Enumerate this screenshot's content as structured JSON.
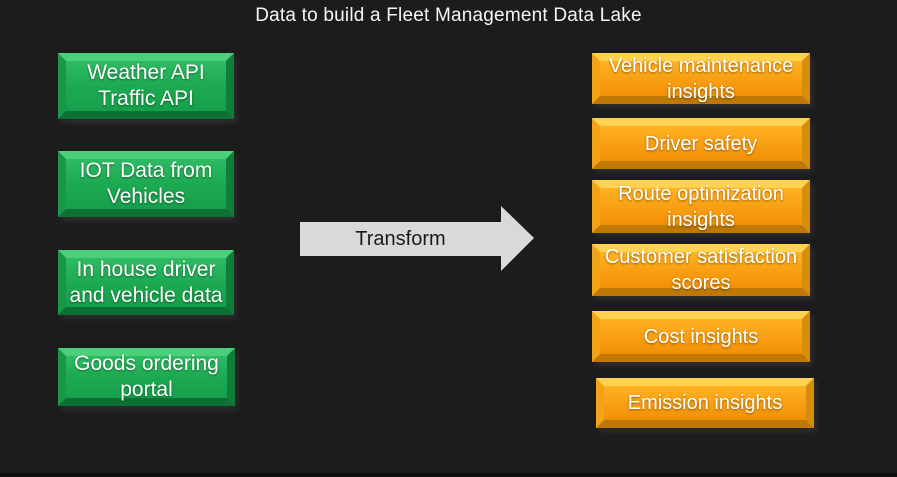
{
  "title": "Data to build a Fleet Management Data Lake",
  "arrow": {
    "label": "Transform"
  },
  "sources": {
    "items": [
      {
        "label": "Weather API\nTraffic API"
      },
      {
        "label": "IOT Data from\nVehicles"
      },
      {
        "label": "In house driver\nand vehicle data"
      },
      {
        "label": "Goods ordering\nportal"
      }
    ]
  },
  "insights": {
    "items": [
      {
        "label": "Vehicle maintenance\ninsights"
      },
      {
        "label": "Driver safety"
      },
      {
        "label": "Route optimization\ninsights"
      },
      {
        "label": "Customer satisfaction\nscores"
      },
      {
        "label": "Cost insights"
      },
      {
        "label": "Emission insights"
      }
    ]
  },
  "colors": {
    "background": "#1c1c1c",
    "source_green": "#1ca850",
    "source_bevel_light": "#4bcf7b",
    "source_bevel_dark": "#0d7133",
    "insight_orange": "#f89e12",
    "insight_bevel_light": "#ffd34f",
    "insight_bevel_dark": "#c07804",
    "arrow_gray": "#d9d9d9",
    "title_text": "#f5f5f5",
    "box_text": "#ffffff"
  }
}
